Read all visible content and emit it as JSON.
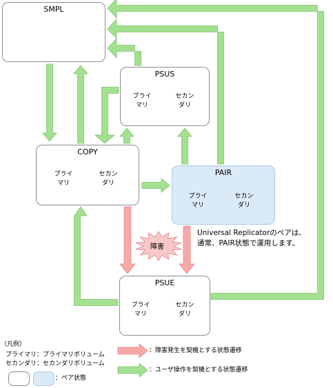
{
  "states": {
    "smpl": {
      "title": "SMPL"
    },
    "psus": {
      "title": "PSUS",
      "primary": [
        "プライ",
        "マリ"
      ],
      "secondary": [
        "セカン",
        "ダリ"
      ]
    },
    "copy": {
      "title": "COPY",
      "primary": [
        "プライ",
        "マリ"
      ],
      "secondary": [
        "セカン",
        "ダリ"
      ]
    },
    "pair": {
      "title": "PAIR",
      "primary": [
        "プライ",
        "マリ"
      ],
      "secondary": [
        "セカン",
        "ダリ"
      ]
    },
    "psue": {
      "title": "PSUE",
      "primary": [
        "プライ",
        "マリ"
      ],
      "secondary": [
        "セカン",
        "ダリ"
      ]
    }
  },
  "failure_label": "障害",
  "note": {
    "line1": "Universal Replicatorのペアは、",
    "line2": "通常、PAIR状態で運用します。"
  },
  "legend": {
    "title": "（凡例）",
    "primary_def": "プライマリ：プライマリボリューム",
    "secondary_def": "セカンダリ：セカンダリボリューム",
    "pair_state": "：ペア状態",
    "failure_transition": "：障害発生を契機とする状態遷移",
    "user_transition": "：ユーザ操作を契機とする状態遷移"
  },
  "colors": {
    "user_arrow_fill": "#a3e08f",
    "user_arrow_stroke": "#7fc46c",
    "failure_arrow_fill": "#f7a8a8",
    "failure_arrow_stroke": "#e38a8a",
    "failure_burst_fill": "#f8c8c8",
    "pair_fill": "#dbeaf7",
    "cylinder_fill": "#e6e6e6"
  }
}
